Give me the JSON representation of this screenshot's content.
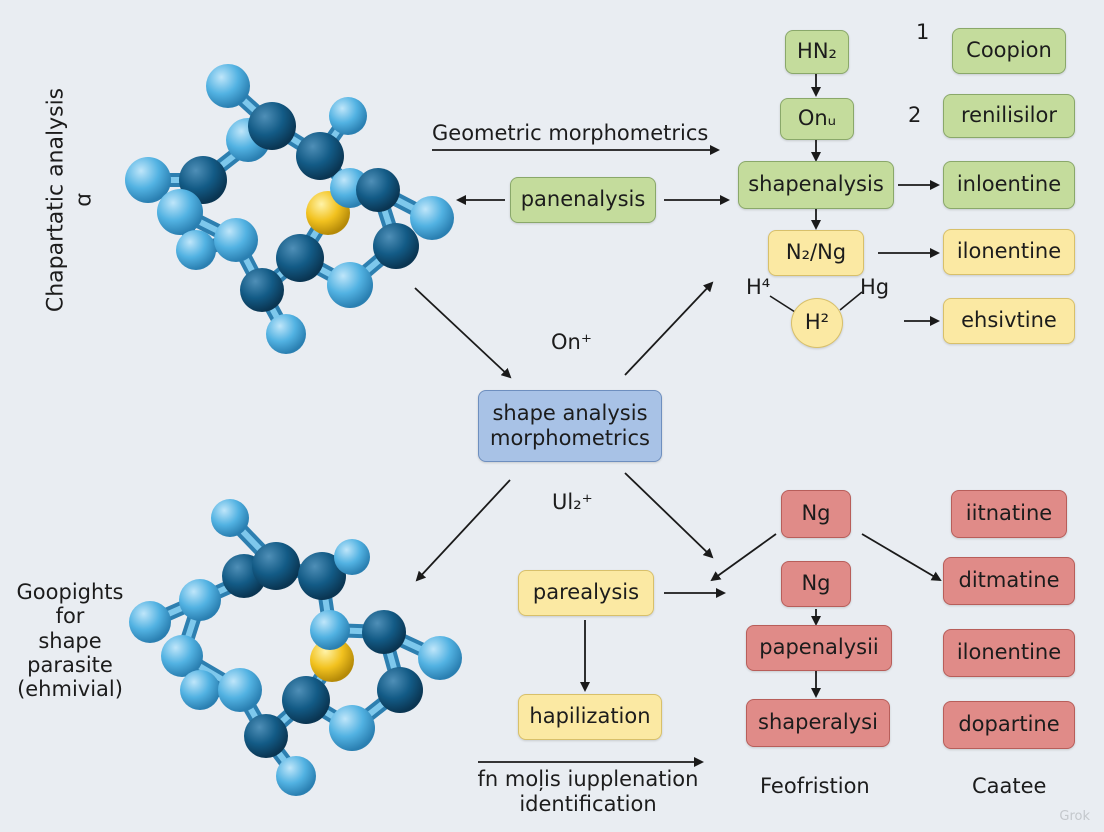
{
  "side_labels": {
    "top_rotated": [
      "Chapartatic analysis",
      "ꭤ"
    ],
    "bottom": [
      "Goopights",
      "for",
      "shape",
      "parasite",
      "(ehmivial)"
    ]
  },
  "center_box": [
    "shape analysis",
    "morphometrics"
  ],
  "labels": {
    "geometric": "Geometric morphometrics",
    "on_plus": "On⁺",
    "ul_plus": "Ul₂⁺",
    "h4": "H⁴",
    "hg": "Hg",
    "num1": "1",
    "num2": "2",
    "bottom_caption": [
      "fn moļis iupplenation",
      "identification"
    ],
    "col_feofristion": "Feofristion",
    "col_caatee": "Caatee"
  },
  "boxes": {
    "hn2": "HN₂",
    "onh": "Onᵤ",
    "shapenalysis": "shapenalysis",
    "n2ng": "N₂/Ng",
    "h2": "H²",
    "coopion": "Coopion",
    "renilisitor": "renilisilor",
    "inloentine": "inloentine",
    "ilonentine_y": "ilonentine",
    "ehsivtine": "ehsivtine",
    "panenalysis_left": "panenalysis",
    "parealysis": "parealysis",
    "hapilization": "hapilization",
    "ng1": "Ng",
    "ng2": "Ng",
    "papenalysii": "papenalysii",
    "shaperalysi": "shaperalysi",
    "iitnatine": "iitnatine",
    "ditmatine": "ditmatine",
    "ilonentine_r": "ilonentine",
    "dopartine": "dopartine"
  },
  "colors": {
    "background": "#e9edf2",
    "green": "#c4dc9c",
    "yellow": "#fbe9a3",
    "red": "#e08b88",
    "blue": "#a8c2e6",
    "atom_light": "#5cb8e6",
    "atom_dark": "#135b86",
    "atom_center": "#f2c21f"
  },
  "watermark": "Grok"
}
